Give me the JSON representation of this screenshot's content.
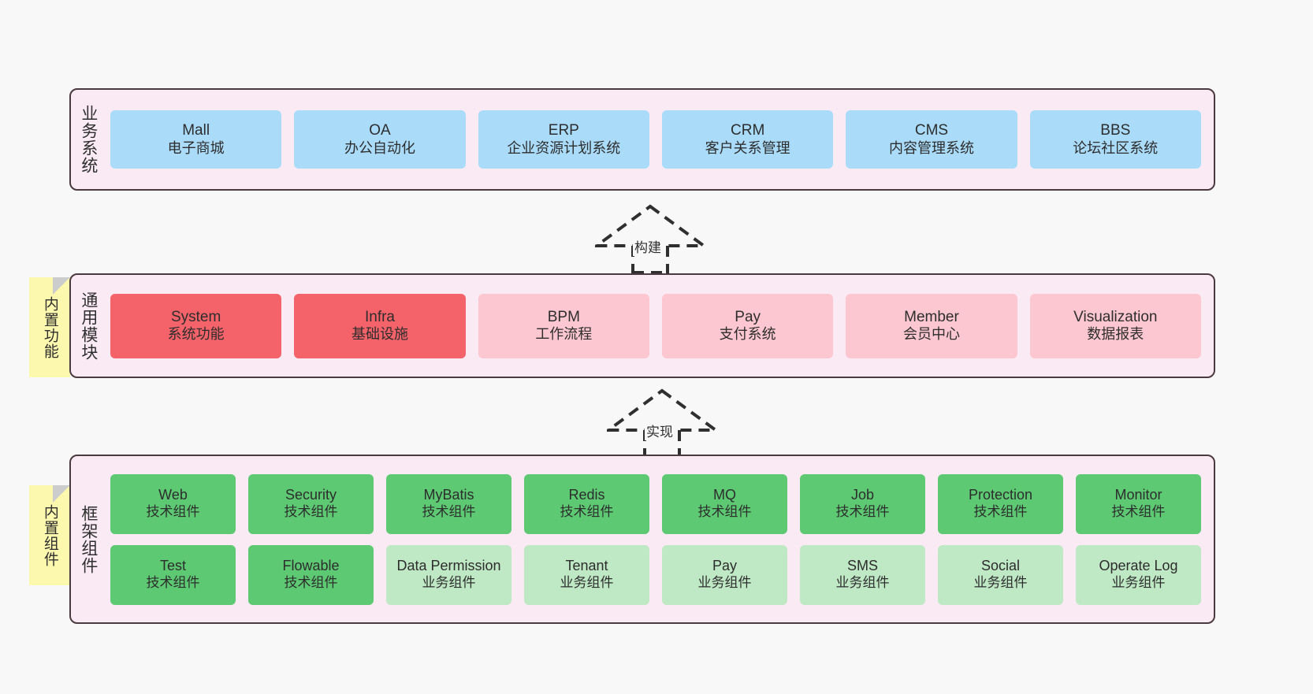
{
  "diagram": {
    "background": "#f8f8f8",
    "panel_bg": "#faeaf4",
    "panel_border": "#4a3a40",
    "note_bg": "#fcf8ae",
    "colors": {
      "business": "#aadcfa",
      "module_active": "#f4626a",
      "module_plain": "#fcc7d0",
      "tech_component": "#5dc973",
      "biz_component": "#bfe8c5"
    }
  },
  "layers": {
    "business": {
      "title": "业务系统",
      "cards": [
        {
          "en": "Mall",
          "cn": "电子商城"
        },
        {
          "en": "OA",
          "cn": "办公自动化"
        },
        {
          "en": "ERP",
          "cn": "企业资源计划系统"
        },
        {
          "en": "CRM",
          "cn": "客户关系管理"
        },
        {
          "en": "CMS",
          "cn": "内容管理系统"
        },
        {
          "en": "BBS",
          "cn": "论坛社区系统"
        }
      ]
    },
    "modules": {
      "title": "通用模块",
      "note": "内置功能",
      "cards": [
        {
          "en": "System",
          "cn": "系统功能",
          "color": "red"
        },
        {
          "en": "Infra",
          "cn": "基础设施",
          "color": "red"
        },
        {
          "en": "BPM",
          "cn": "工作流程",
          "color": "pink"
        },
        {
          "en": "Pay",
          "cn": "支付系统",
          "color": "pink"
        },
        {
          "en": "Member",
          "cn": "会员中心",
          "color": "pink"
        },
        {
          "en": "Visualization",
          "cn": "数据报表",
          "color": "pink"
        }
      ]
    },
    "framework": {
      "title": "框架组件",
      "note": "内置组件",
      "row1": [
        {
          "en": "Web",
          "cn": "技术组件"
        },
        {
          "en": "Security",
          "cn": "技术组件"
        },
        {
          "en": "MyBatis",
          "cn": "技术组件"
        },
        {
          "en": "Redis",
          "cn": "技术组件"
        },
        {
          "en": "MQ",
          "cn": "技术组件"
        },
        {
          "en": "Job",
          "cn": "技术组件"
        },
        {
          "en": "Protection",
          "cn": "技术组件"
        },
        {
          "en": "Monitor",
          "cn": "技术组件"
        }
      ],
      "row2": [
        {
          "en": "Test",
          "cn": "技术组件",
          "color": "green"
        },
        {
          "en": "Flowable",
          "cn": "技术组件",
          "color": "green"
        },
        {
          "en": "Data Permission",
          "cn": "业务组件",
          "color": "lightgreen"
        },
        {
          "en": "Tenant",
          "cn": "业务组件",
          "color": "lightgreen"
        },
        {
          "en": "Pay",
          "cn": "业务组件",
          "color": "lightgreen"
        },
        {
          "en": "SMS",
          "cn": "业务组件",
          "color": "lightgreen"
        },
        {
          "en": "Social",
          "cn": "业务组件",
          "color": "lightgreen"
        },
        {
          "en": "Operate Log",
          "cn": "业务组件",
          "color": "lightgreen"
        }
      ]
    }
  },
  "connectors": [
    {
      "name": "build",
      "label": "构建"
    },
    {
      "name": "implement",
      "label": "实现"
    }
  ]
}
